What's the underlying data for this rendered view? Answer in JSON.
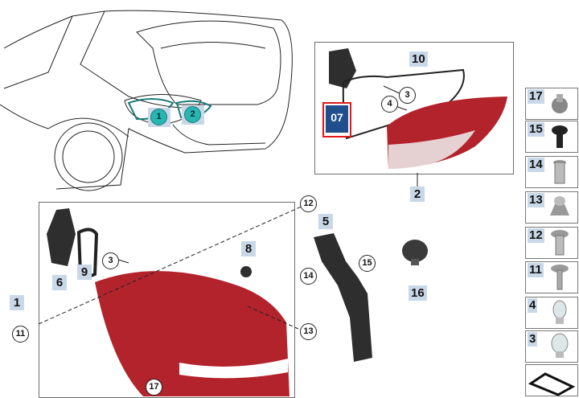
{
  "car_callouts": [
    "1",
    "2"
  ],
  "inner_lamp_box": {
    "labels": {
      "p10": "10",
      "p3": "3",
      "p4": "4",
      "p2": "2"
    },
    "highlight_label": "07"
  },
  "outer_lamp_box": {
    "labels": {
      "p6": "6",
      "p9": "9",
      "p3": "3",
      "p1": "1",
      "p8": "8",
      "p11": "11",
      "p12": "12",
      "p13": "13",
      "p17": "17"
    }
  },
  "loose_parts": {
    "p5": "5",
    "p14": "14",
    "p15": "15",
    "p16": "16"
  },
  "side_column": [
    "17",
    "15",
    "14",
    "13",
    "12",
    "11",
    "4",
    "3"
  ],
  "colors": {
    "label_bg": "#c9d8e8",
    "teal": "#29b5b1",
    "lamp_red": "#b3232c",
    "highlight_red": "#e01818",
    "badge_blue": "#1f4f8c"
  }
}
